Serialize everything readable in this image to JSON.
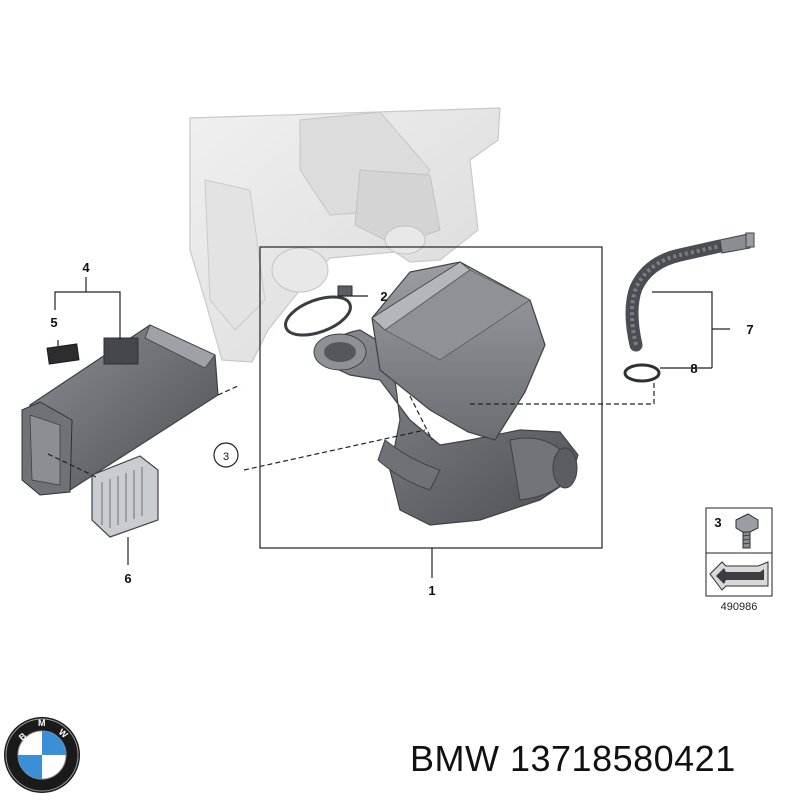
{
  "diagram": {
    "callouts": {
      "c1": "1",
      "c2": "2",
      "c3": "3",
      "c4": "4",
      "c5": "5",
      "c6": "6",
      "c7": "7",
      "c8": "8",
      "legend_num": "3"
    },
    "reference_code": "490986"
  },
  "logo": {
    "brand_letters": "BMW",
    "colors": {
      "ring": "#1a1a1a",
      "blue": "#3b8fd6",
      "white": "#ffffff"
    }
  },
  "caption": {
    "text": "BMW 13718580421"
  },
  "colors": {
    "part_dark": "#5c5f63",
    "part_mid": "#7d8186",
    "part_light": "#a9adb2",
    "ghost": "#e6e6e6",
    "ghost_edge": "#c9c9c9"
  }
}
